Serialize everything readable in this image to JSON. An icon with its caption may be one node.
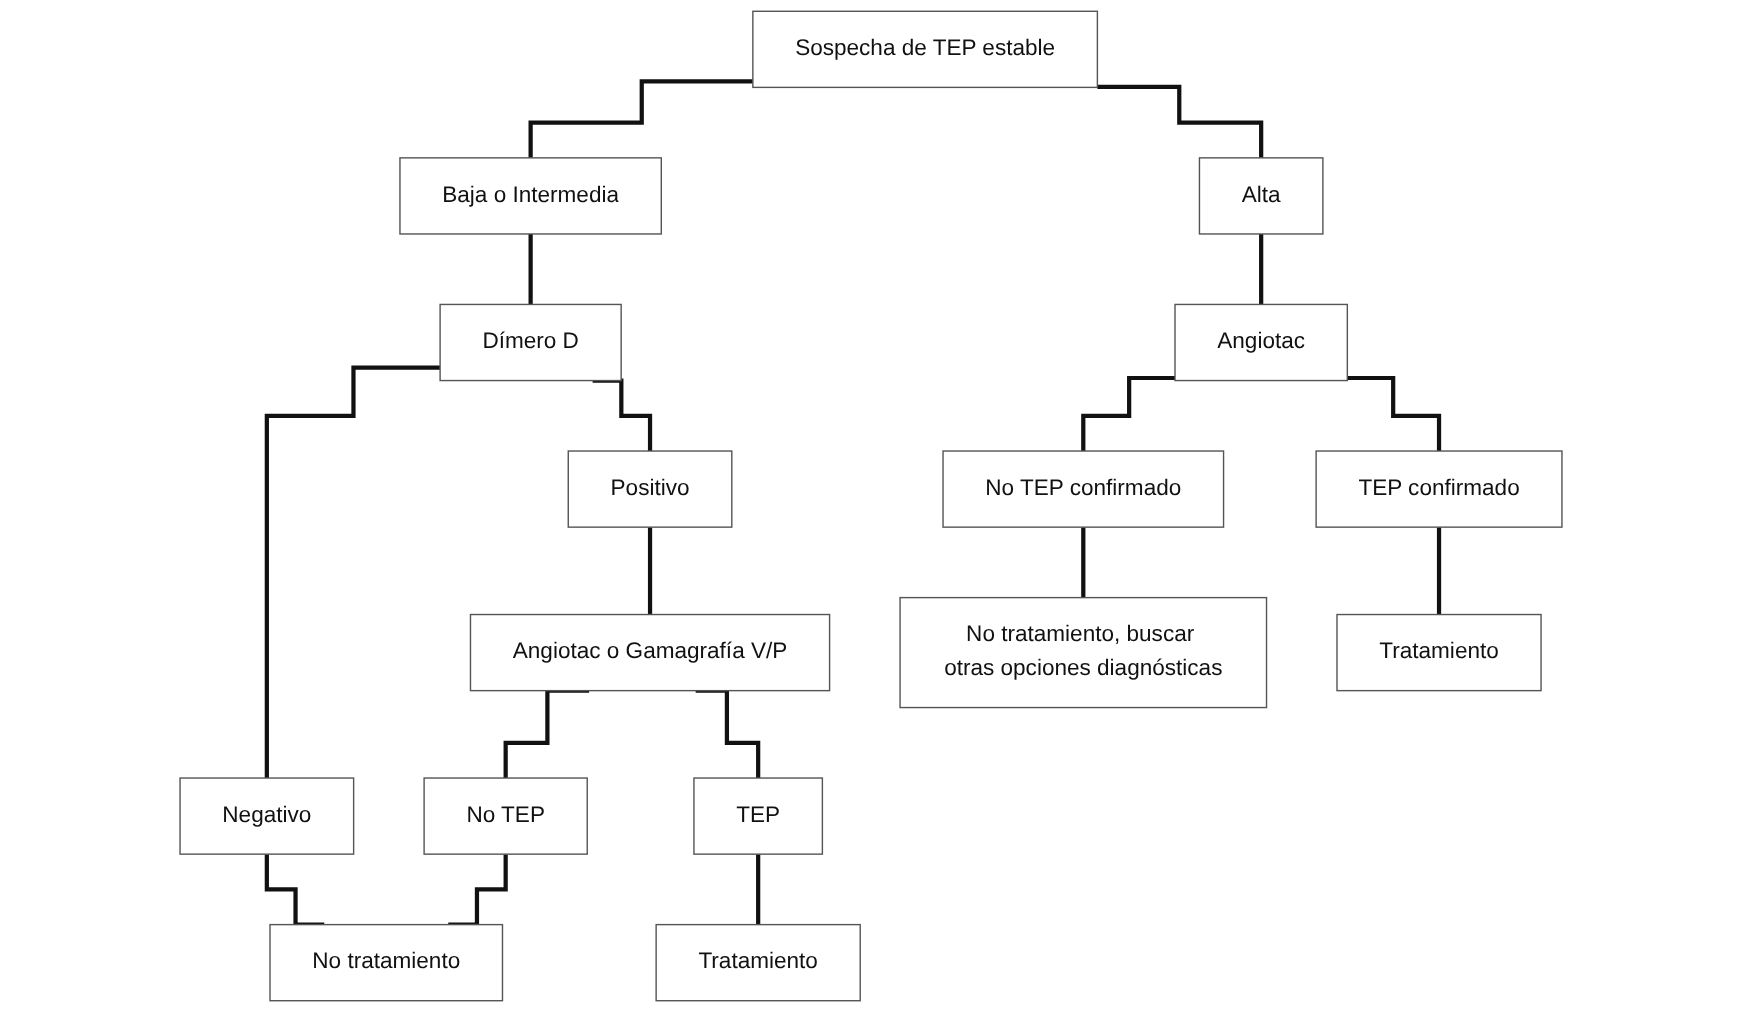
{
  "diagram": {
    "nodes": [
      {
        "text": [
          "Sospecha de TEP estable"
        ]
      },
      {
        "text": [
          "Baja o Intermedia"
        ]
      },
      {
        "text": [
          "Alta"
        ]
      },
      {
        "text": [
          "Dímero D"
        ]
      },
      {
        "text": [
          "Angiotac"
        ]
      },
      {
        "text": [
          "Negativo"
        ]
      },
      {
        "text": [
          "Positivo"
        ]
      },
      {
        "text": [
          "No TEP confirmado"
        ]
      },
      {
        "text": [
          "TEP confirmado"
        ]
      },
      {
        "text": [
          "Angiotac o Gamagrafía V/P"
        ]
      },
      {
        "text": [
          "No tratamiento, buscar otras opciones diagnósticas"
        ]
      },
      {
        "text": [
          "Tratamiento"
        ]
      },
      {
        "text": [
          "No TEP"
        ]
      },
      {
        "text": [
          "TEP"
        ]
      },
      {
        "text": [
          "No tratamiento"
        ]
      },
      {
        "text": [
          "Tratamiento"
        ]
      }
    ],
    "edges": [
      {
        "from": 0,
        "to": 1,
        "arrow": "none"
      },
      {
        "from": 0,
        "to": 2,
        "arrow": "none"
      },
      {
        "from": 1,
        "to": 3,
        "arrow": "none"
      },
      {
        "from": 2,
        "to": 4,
        "arrow": "none"
      },
      {
        "from": 3,
        "to": 5,
        "arrow": "none"
      },
      {
        "from": 3,
        "to": 6,
        "arrow": "none"
      },
      {
        "from": 4,
        "to": 7,
        "arrow": "none"
      },
      {
        "from": 4,
        "to": 8,
        "arrow": "none"
      },
      {
        "from": 6,
        "to": 9,
        "arrow": "none"
      },
      {
        "from": 7,
        "to": 10,
        "arrow": "none"
      },
      {
        "from": 8,
        "to": 11,
        "arrow": "none"
      },
      {
        "from": 9,
        "to": 12,
        "arrow": "none"
      },
      {
        "from": 9,
        "to": 13,
        "arrow": "none"
      },
      {
        "from": 5,
        "to": 14,
        "arrow": "none"
      },
      {
        "from": 12,
        "to": 14,
        "arrow": "none"
      },
      {
        "from": 13,
        "to": 15,
        "arrow": "none"
      }
    ]
  }
}
